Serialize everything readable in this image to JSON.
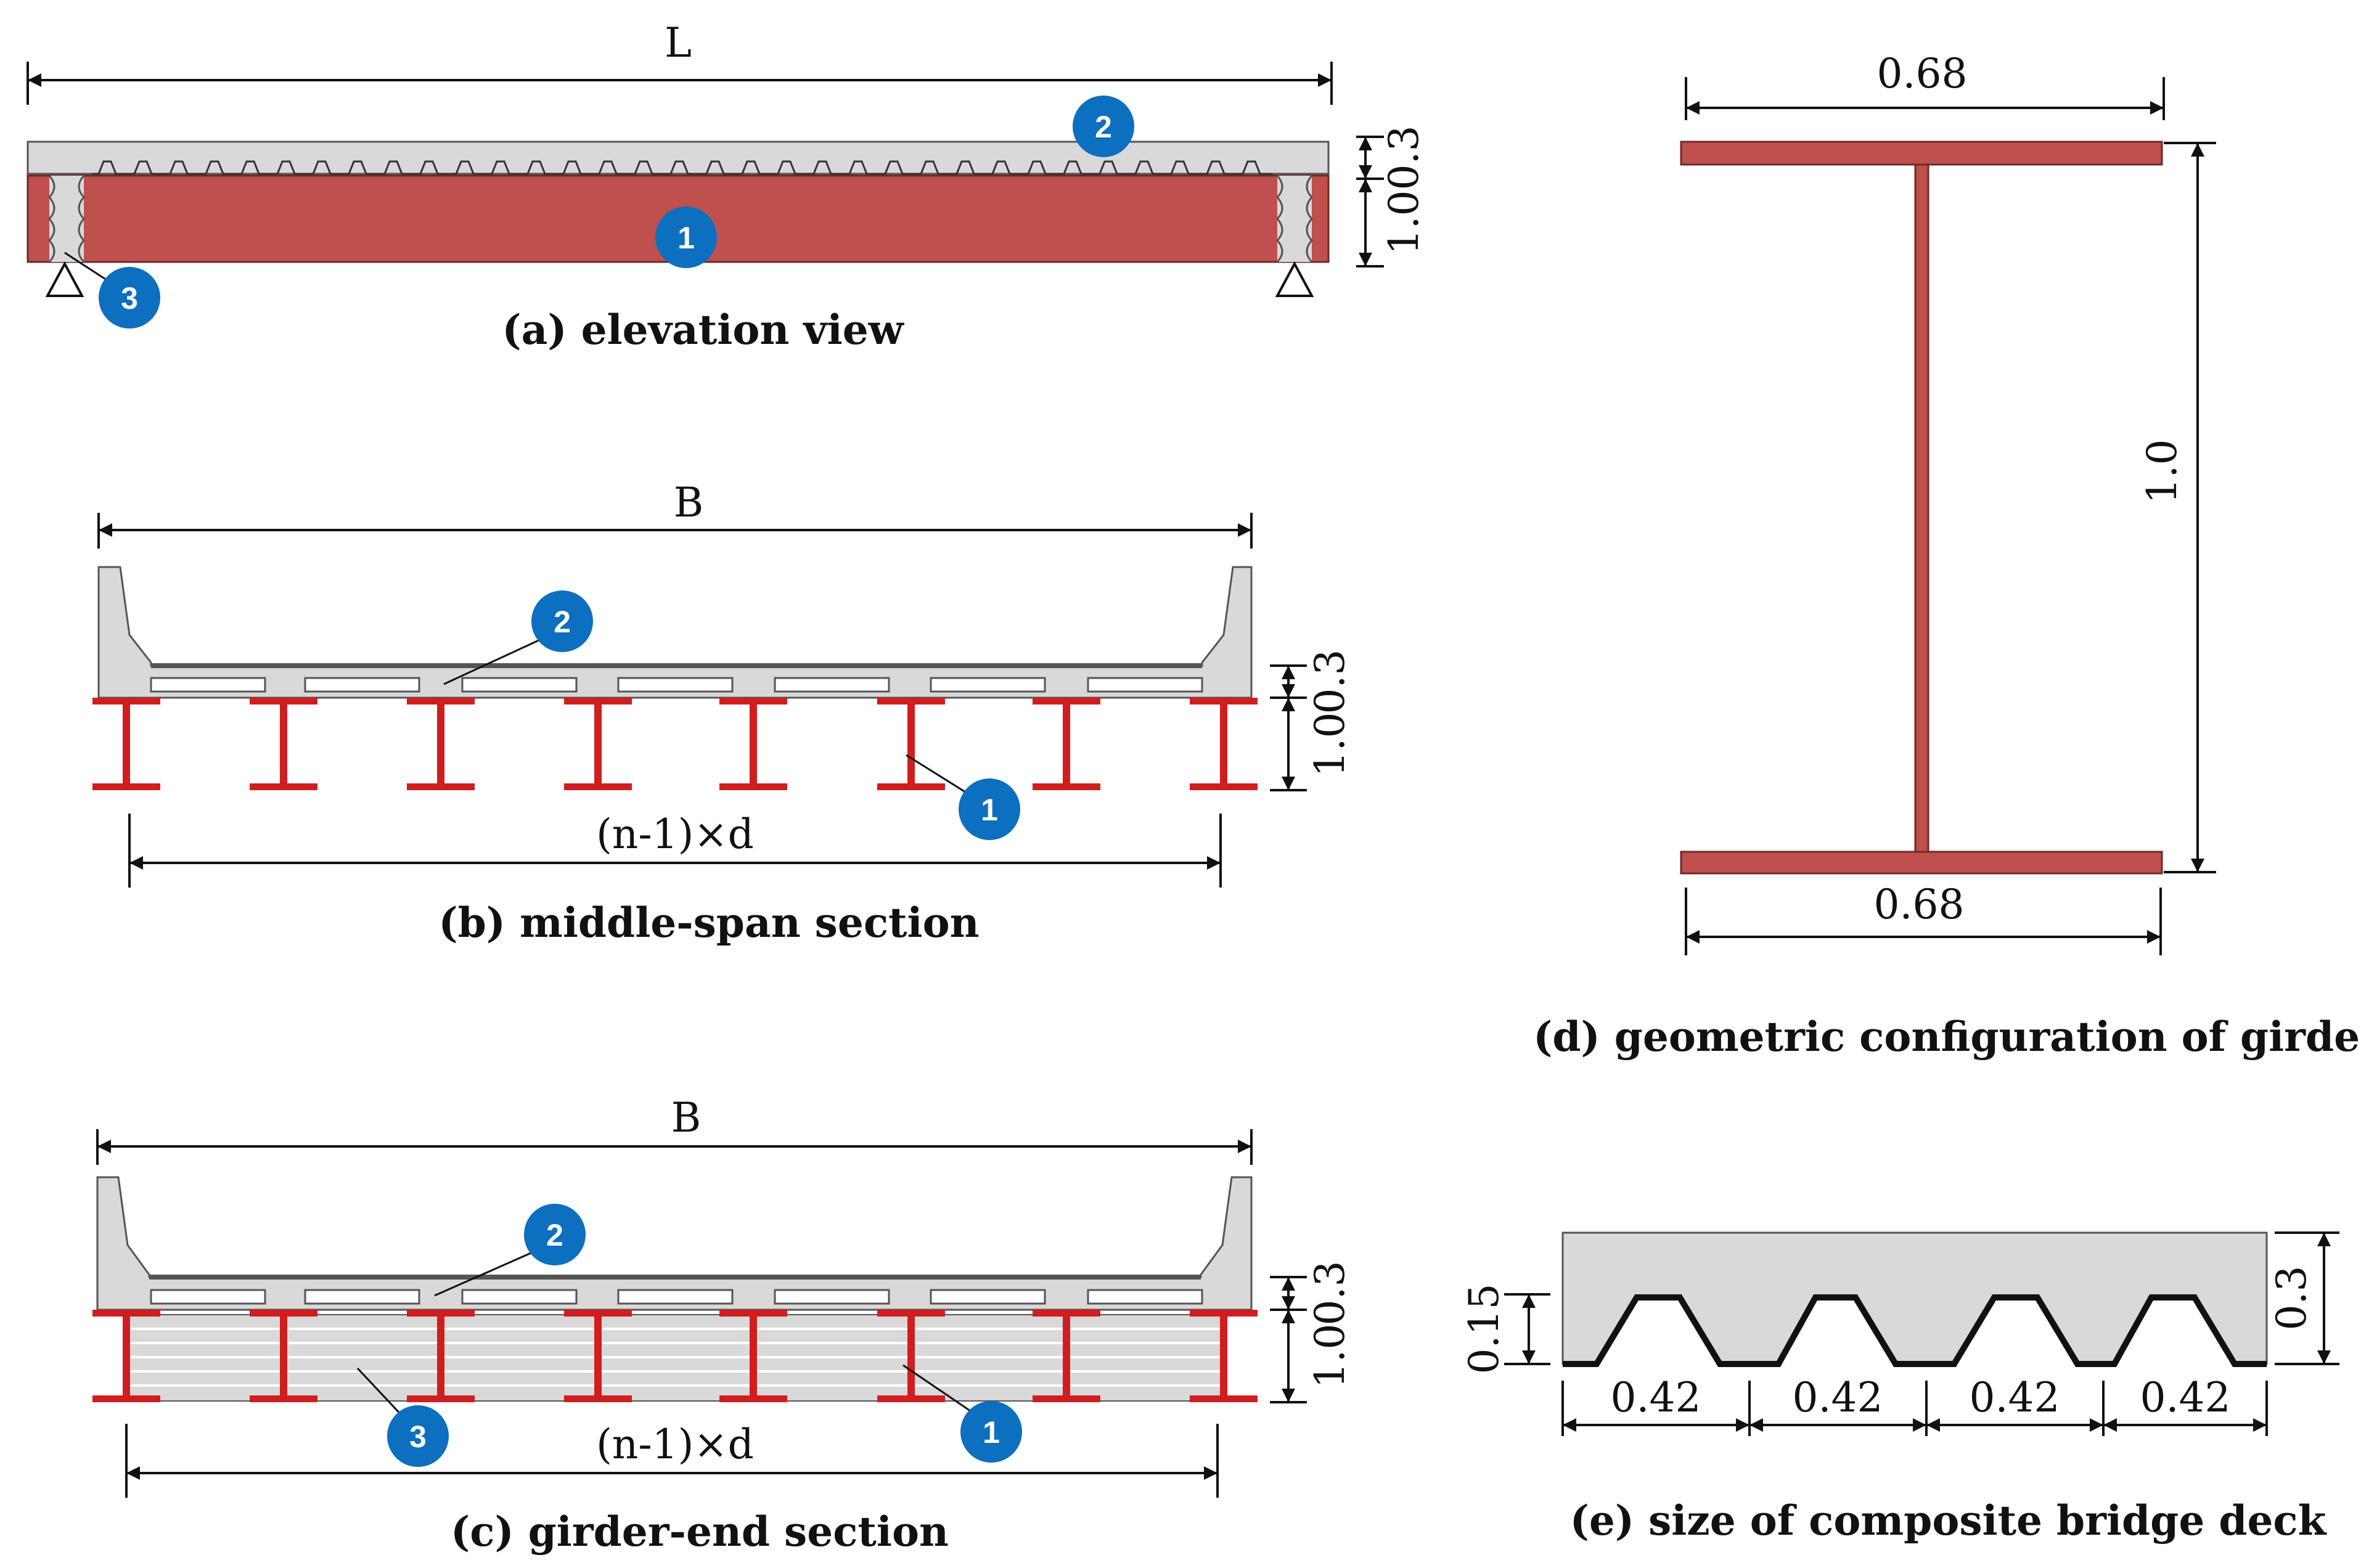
{
  "colors": {
    "girder": "#c0504d",
    "girder_stroke": "#6e2a27",
    "concrete": "#d9d9d9",
    "concrete_stroke": "#555555",
    "badge": "#0c6fc0",
    "steel_section": "#d01e1e"
  },
  "badges": {
    "girder": "1",
    "deck": "2",
    "diaphragm": "3"
  },
  "panel_a": {
    "span_label": "L",
    "deck_thickness": "0.3",
    "girder_height": "1.0",
    "caption": "(a) elevation view"
  },
  "panel_b": {
    "width_label": "B",
    "deck_thickness": "0.3",
    "girder_height": "1.0",
    "spacing_label": "(n-1)×d",
    "caption": "(b) middle-span section"
  },
  "panel_c": {
    "width_label": "B",
    "deck_thickness": "0.3",
    "girder_height": "1.0",
    "spacing_label": "(n-1)×d",
    "caption": "(c) girder-end section"
  },
  "panel_d": {
    "top_flange_width": "0.68",
    "bottom_flange_width": "0.68",
    "height": "1.0",
    "caption": "(d) geometric configuration of girder"
  },
  "panel_e": {
    "rib_height": "0.15",
    "deck_thickness": "0.3",
    "rib_pitch": [
      "0.42",
      "0.42",
      "0.42",
      "0.42"
    ],
    "caption": "(e) size of composite bridge deck"
  }
}
